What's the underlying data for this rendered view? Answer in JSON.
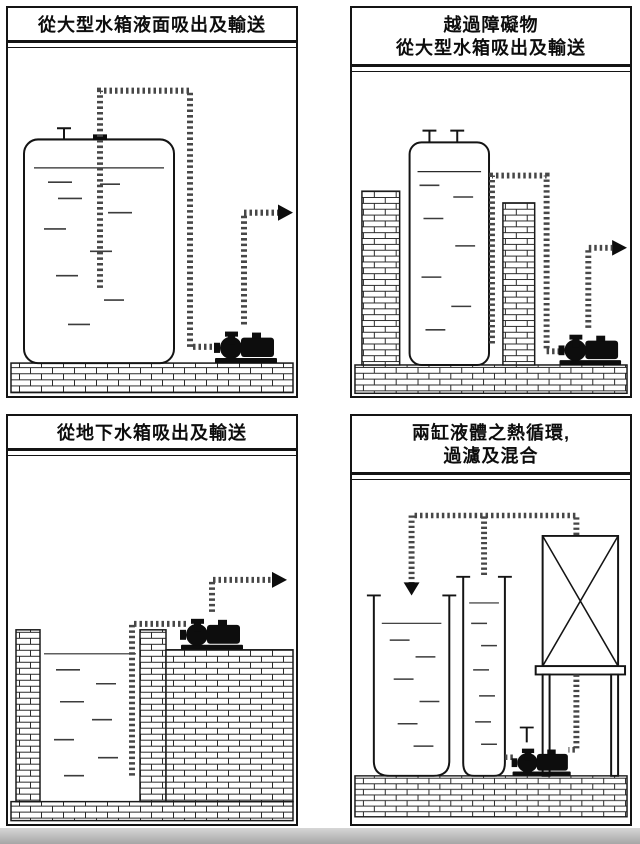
{
  "colors": {
    "ink": "#141414",
    "pipe_gray": "#474747",
    "background": "#ffffff",
    "bottom_band": "#a6a6a6"
  },
  "icons": {
    "pump": "pump-silhouette",
    "flow_arrow": "solid-triangle",
    "brick": "brick-hatch-pattern"
  },
  "panels": [
    {
      "name": "surface-suction",
      "title_line1": "從大型水箱液面吸出及輸送"
    },
    {
      "name": "over-obstacle",
      "title_line1": "越過障礙物",
      "title_line2": "從大型水箱吸出及輸送"
    },
    {
      "name": "underground-tank",
      "title_line1": "從地下水箱吸出及輸送"
    },
    {
      "name": "two-tank-circulation",
      "title_line1": "兩缸液體之熱循環,",
      "title_line2": "過濾及混合"
    }
  ]
}
